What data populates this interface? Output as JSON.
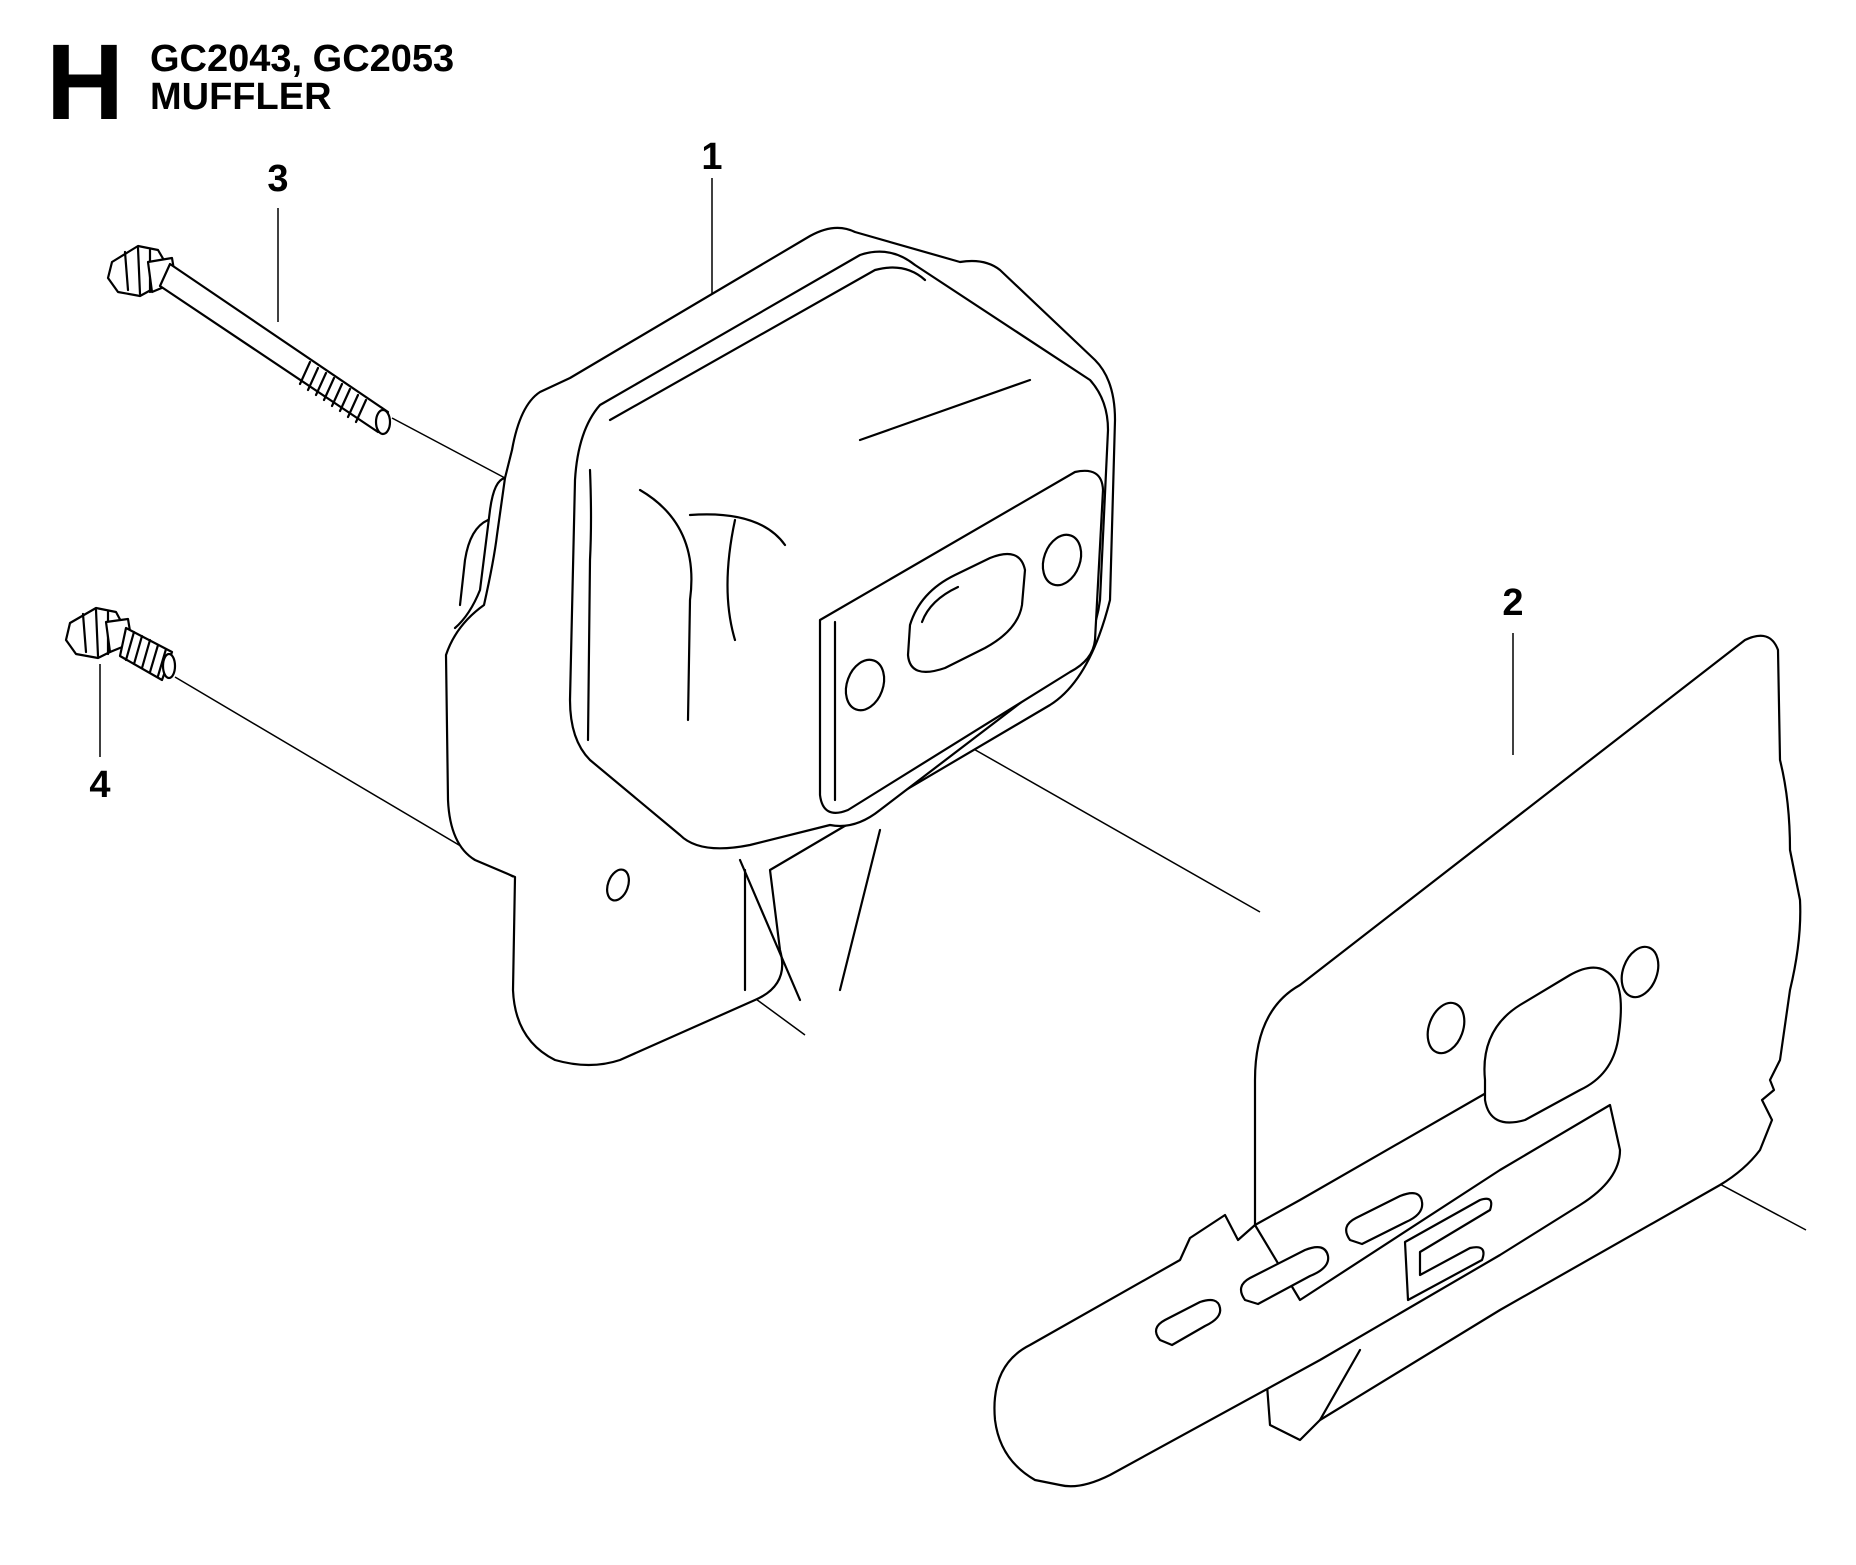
{
  "header": {
    "section_letter": "H",
    "models": "GC2043, GC2053",
    "title": "MUFFLER"
  },
  "callouts": [
    {
      "id": "1",
      "label": "1",
      "part": "muffler"
    },
    {
      "id": "2",
      "label": "2",
      "part": "muffler-gasket-plate"
    },
    {
      "id": "3",
      "label": "3",
      "part": "long-bolt"
    },
    {
      "id": "4",
      "label": "4",
      "part": "short-bolt"
    }
  ],
  "colors": {
    "line": "#000000",
    "background": "#ffffff"
  }
}
